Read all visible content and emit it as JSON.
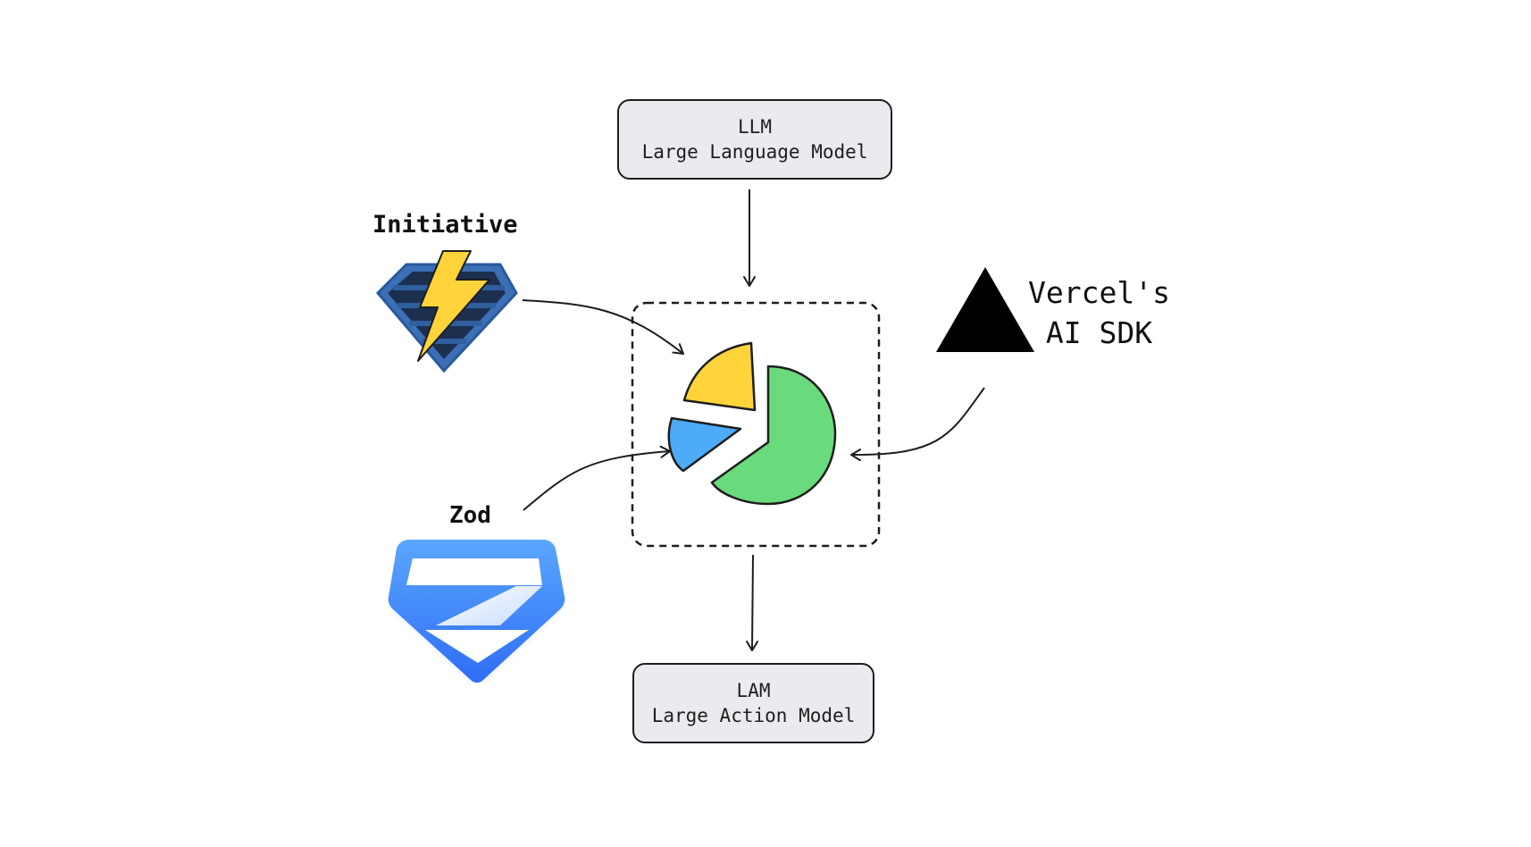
{
  "llm_box": {
    "line1": "LLM",
    "line2": "Large Language Model"
  },
  "lam_box": {
    "line1": "LAM",
    "line2": "Large Action Model"
  },
  "initiative": {
    "label": "Initiative",
    "icon": "lightning-shield-icon"
  },
  "zod": {
    "label": "Zod",
    "icon": "zod-logo-icon"
  },
  "vercel": {
    "line1": "Vercel's",
    "line2": "AI SDK",
    "icon": "triangle-icon"
  },
  "center": {
    "icon": "pie-chart-icon"
  },
  "colors": {
    "box_fill": "#e9ebee",
    "stroke": "#1e1e1e",
    "pie_yellow": "#ffd43b",
    "pie_blue": "#4dabf7",
    "pie_green": "#69db7c",
    "zod_blue": "#3b82f6",
    "initiative_navy": "#1c2f4f",
    "initiative_blue": "#3b6fb6"
  }
}
